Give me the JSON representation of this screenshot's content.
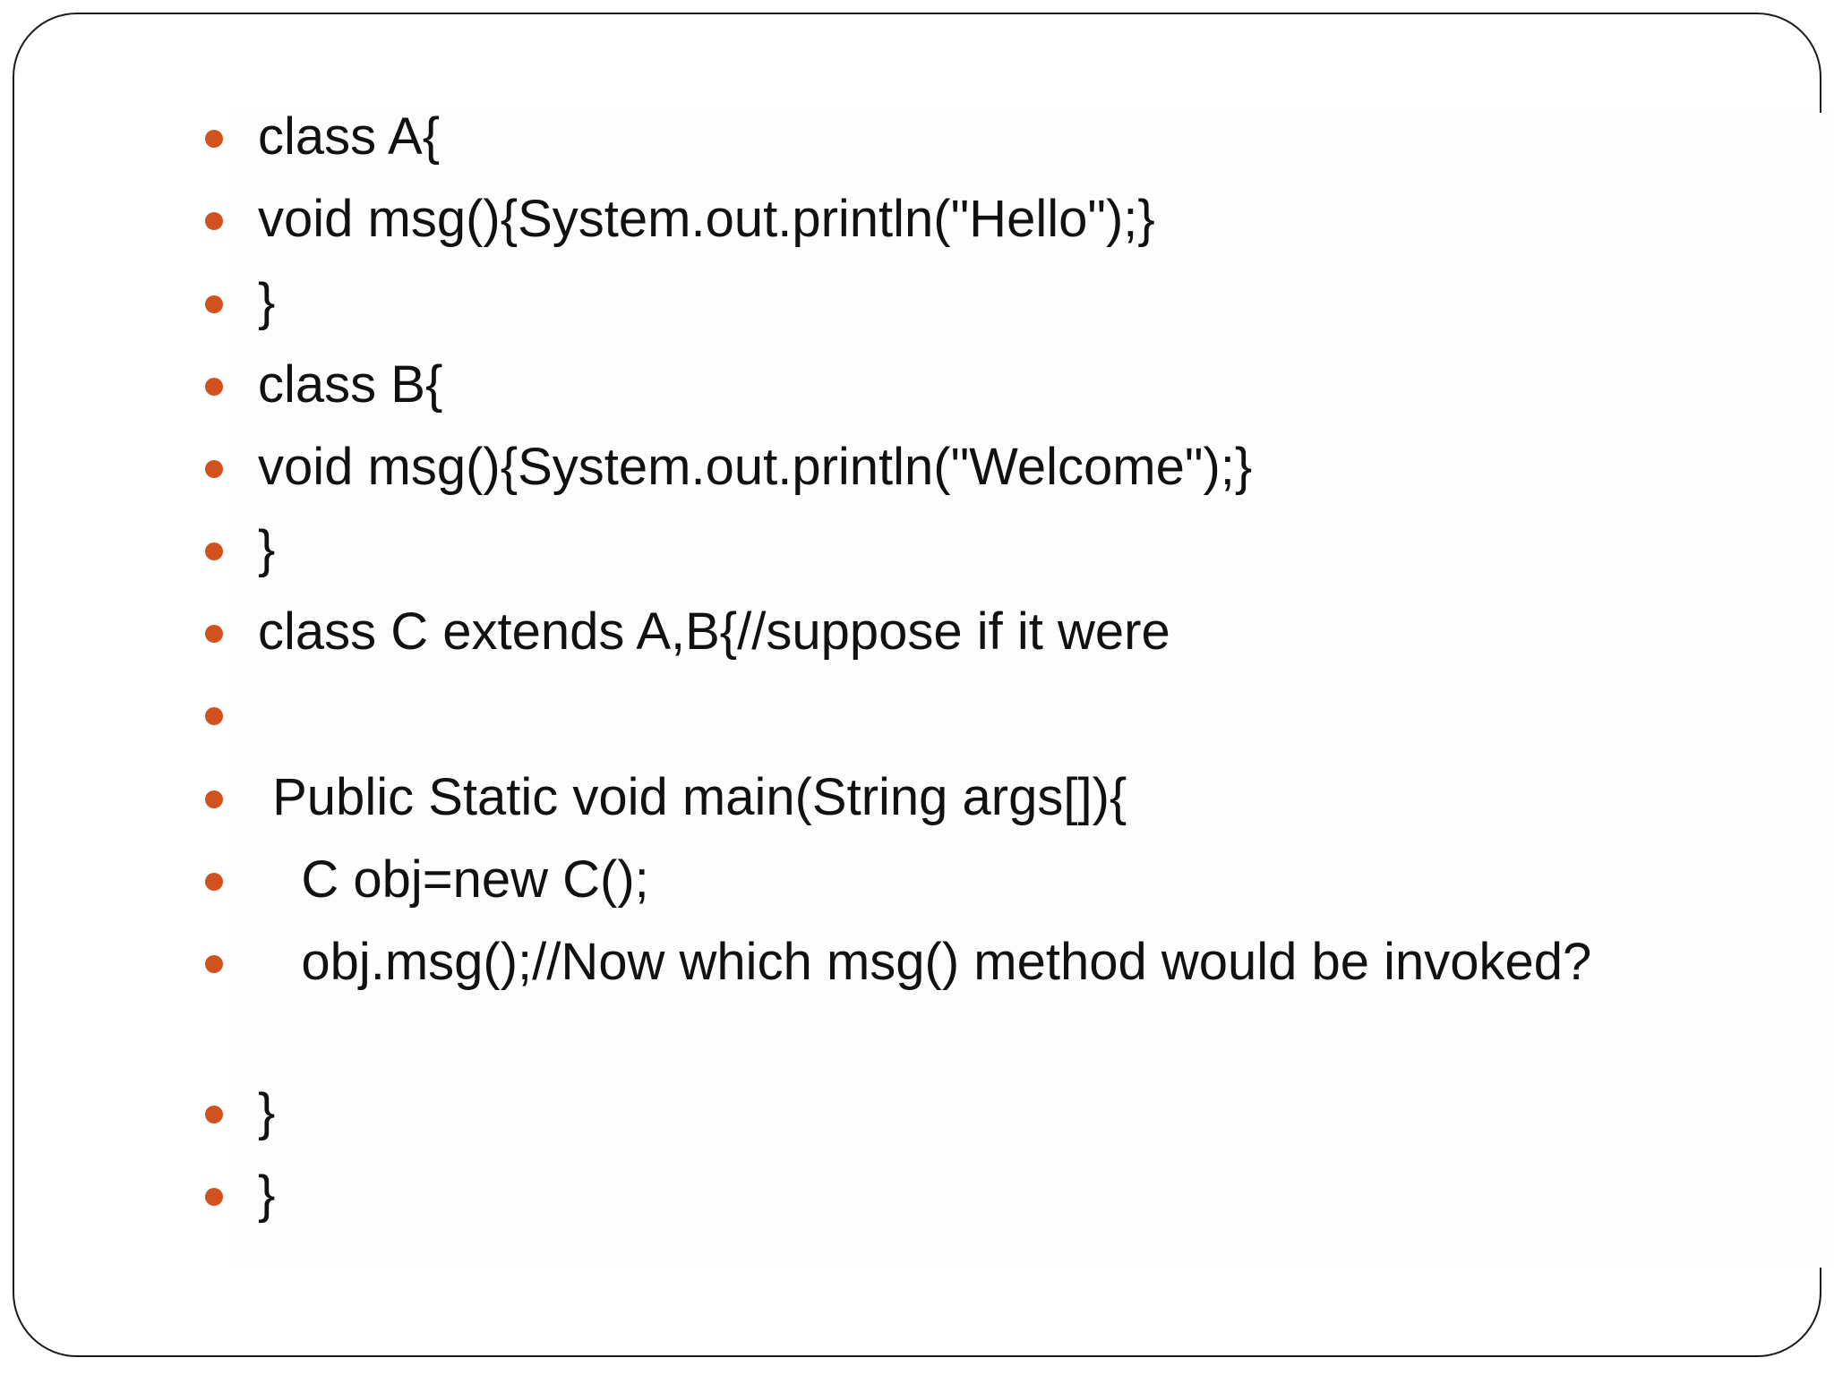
{
  "slide": {
    "accent_color": "#d2521f",
    "bullets": [
      "class A{",
      "void msg(){System.out.println(\"Hello\");}",
      "}",
      "class B{",
      "void msg(){System.out.println(\"Welcome\");}",
      "}",
      "class C extends A,B{//suppose if it were",
      "",
      " Public Static void main(String args[]){",
      "   C obj=new C();",
      "   obj.msg();//Now which msg() method would be invoked?",
      "}",
      "}"
    ]
  }
}
